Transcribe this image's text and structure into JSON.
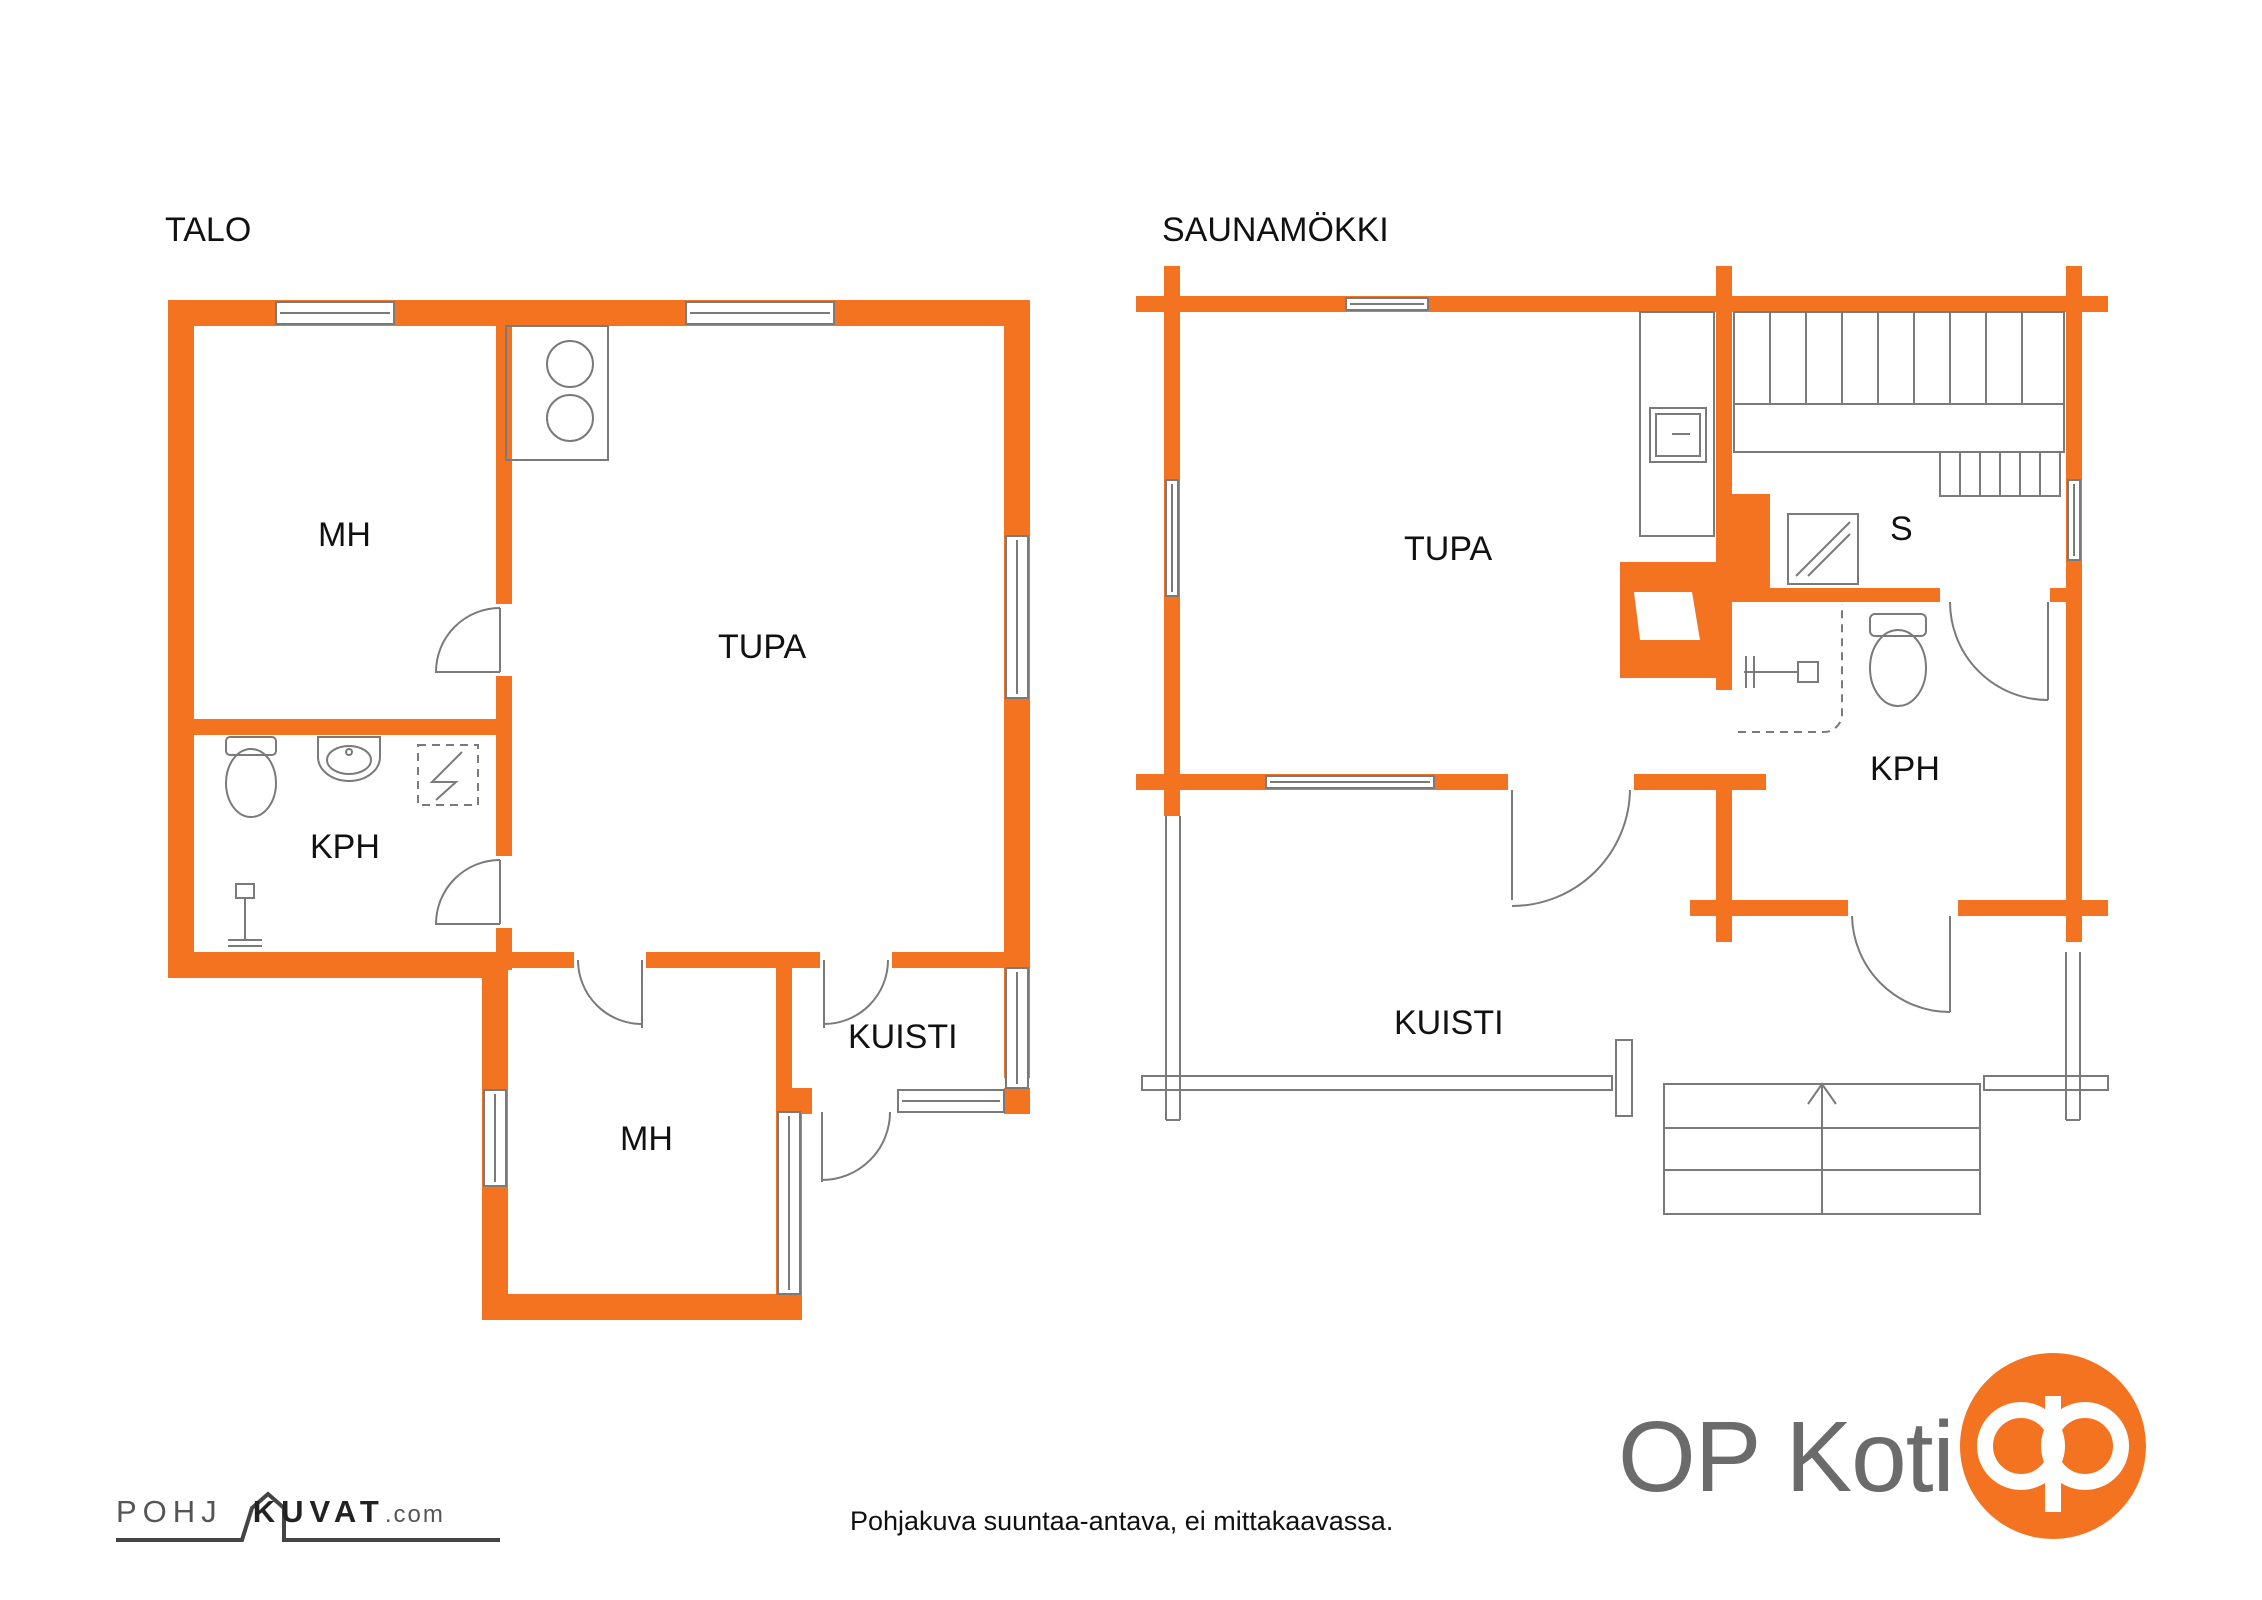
{
  "colors": {
    "wall": "#f47321",
    "line": "#7a7a7a",
    "text": "#111111",
    "brand_gray": "#6b6b6b",
    "brand_orange": "#f47321"
  },
  "talo": {
    "title": "TALO",
    "rooms": {
      "mh1": "MH",
      "tupa": "TUPA",
      "kph": "KPH",
      "mh2": "MH",
      "kuisti": "KUISTI"
    }
  },
  "saunamokki": {
    "title": "SAUNAMÖKKI",
    "rooms": {
      "tupa": "TUPA",
      "s": "S",
      "kph": "KPH",
      "kuisti": "KUISTI"
    }
  },
  "footer": {
    "disclaimer": "Pohjakuva suuntaa-antava, ei mittakaavassa.",
    "brand": "OP Koti",
    "pohjakuvat": {
      "a": "POHJ",
      "b": "KUVAT",
      "c": ".com"
    }
  },
  "icons": [
    "stove-icon",
    "sink-icon",
    "toilet-icon",
    "shower-icon",
    "sauna-stove-icon",
    "fireplace-icon",
    "stairs-icon",
    "op-logo-icon"
  ]
}
